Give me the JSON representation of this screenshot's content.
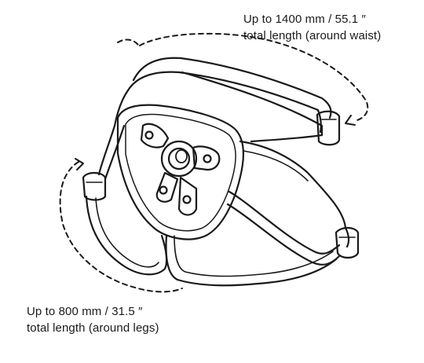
{
  "annotations": {
    "waist": {
      "line1": "Up to 1400 mm / 55.1 ″",
      "line2": "total length (around waist)"
    },
    "legs": {
      "line1": "Up to 800 mm / 31.5 ″",
      "line2": "total length (around legs)"
    }
  },
  "colors": {
    "line": "#1a1a1a",
    "background": "#ffffff"
  }
}
